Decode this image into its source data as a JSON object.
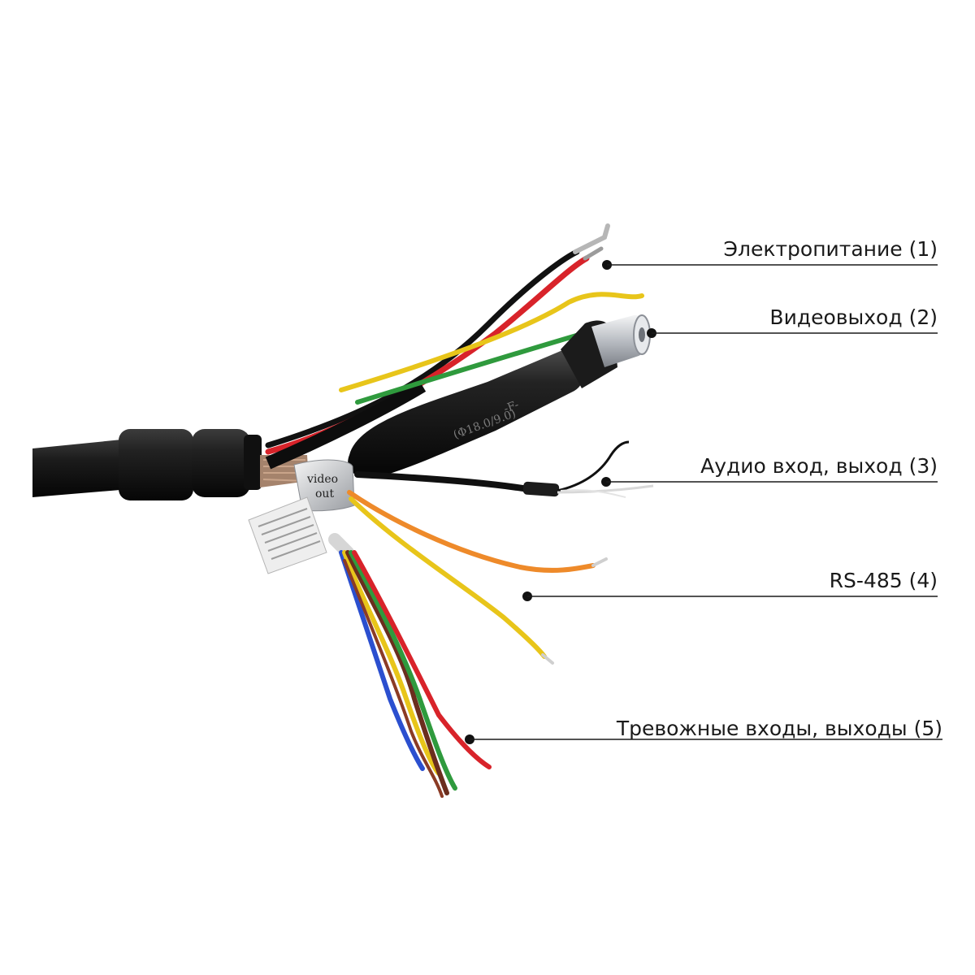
{
  "callouts": [
    {
      "id": "power",
      "label": "Электропитание (1)"
    },
    {
      "id": "video",
      "label": "Видеовыход (2)"
    },
    {
      "id": "audio",
      "label": "Аудио вход, выход (3)"
    },
    {
      "id": "rs485",
      "label": "RS-485 (4)"
    },
    {
      "id": "alarm",
      "label": "Тревожные входы, выходы (5)"
    }
  ],
  "tags": {
    "video_tag_line1": "video",
    "video_tag_line2": "out",
    "sleeve_marking": "(Φ18.0/9.0)",
    "sleeve_mark2": "-F-"
  },
  "colors": {
    "cable": "#141414",
    "leader_line": "#1a1a1a",
    "wire_red": "#d8232a",
    "wire_black": "#111111",
    "wire_yellow": "#e8c51a",
    "wire_green": "#2f9a3d",
    "wire_orange": "#ee8a2a",
    "wire_blue": "#2b4fcf",
    "wire_brown": "#6b2e1e",
    "wire_white": "#f2f2f2",
    "bnc_metal": "#c9ccd0"
  }
}
